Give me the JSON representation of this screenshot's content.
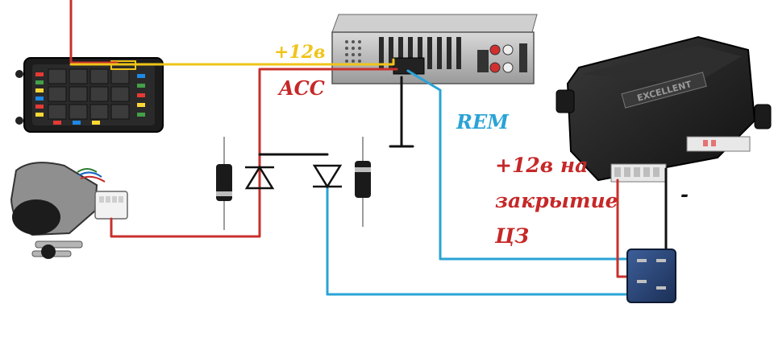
{
  "colors": {
    "wire_red": "#c8302c",
    "wire_yellow": "#f0c419",
    "wire_blue": "#2aa3d6",
    "wire_black": "#111111",
    "label_red": "#c62828",
    "label_blue": "#2aa3d6",
    "label_black": "#111111"
  },
  "labels": {
    "plus12": "+12в",
    "acc": "ACC",
    "rem": "REM",
    "ground_mark": "-",
    "cz_line1": "+12в на",
    "cz_line2": "закрытие",
    "cz_line3": "ЦЗ",
    "alarm_brand": "EXCELLENT"
  },
  "components": {
    "fuse_box": "fuse-box",
    "ignition_switch": "ignition-switch",
    "head_unit": "car-radio",
    "diode_left": "diode",
    "diode_right": "diode",
    "alarm_unit": "alarm-control-unit",
    "relay": "relay"
  }
}
